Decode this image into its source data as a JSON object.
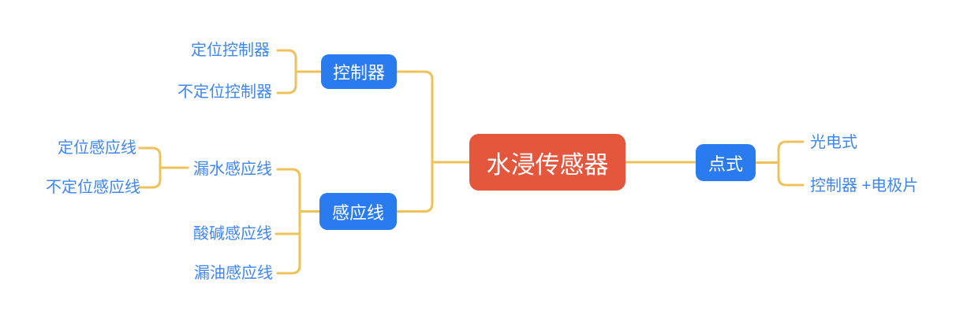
{
  "colors": {
    "root_node_bg": "#E4573D",
    "branch_node_bg": "#2B7BF0",
    "node_text": "#FFFFFF",
    "leaf_text": "#3E86F6",
    "connector": "#EEC259",
    "canvas_bg": "#FFFFFF"
  },
  "mindmap": {
    "root": {
      "label": "水浸传感器"
    },
    "branches": {
      "controller": {
        "label": "控制器",
        "children": {
          "positioning": {
            "label": "定位控制器"
          },
          "non_positioning": {
            "label": "不定位控制器"
          }
        }
      },
      "sensing_line": {
        "label": "感应线",
        "children": {
          "water_leak": {
            "label": "漏水感应线",
            "children": {
              "positioning": {
                "label": "定位感应线"
              },
              "non_positioning": {
                "label": "不定位感应线"
              }
            }
          },
          "acid_alkali": {
            "label": "酸碱感应线"
          },
          "oil_leak": {
            "label": "漏油感应线"
          }
        }
      },
      "point_type": {
        "label": "点式",
        "children": {
          "photoelectric": {
            "label": "光电式"
          },
          "controller_electrode": {
            "label": "控制器 +电极片"
          }
        }
      }
    }
  }
}
